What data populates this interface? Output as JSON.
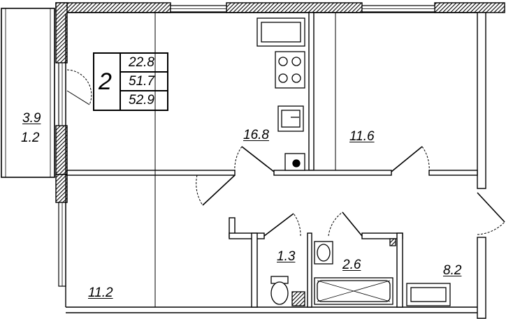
{
  "summary": {
    "rooms": "2",
    "living_area": "22.8",
    "total_area": "51.7",
    "total_area_with_balcony": "52.9"
  },
  "rooms": {
    "kitchen": "16.8",
    "bedroom_top_right": "11.6",
    "bedroom_bottom_left": "11.2",
    "toilet": "1.3",
    "bathroom": "2.6",
    "hallway": "8.2"
  },
  "balcony": {
    "area": "3.9",
    "coefficient": "1.2"
  },
  "colors": {
    "wall_hatch": "#000000",
    "line": "#000000",
    "background": "#ffffff"
  }
}
